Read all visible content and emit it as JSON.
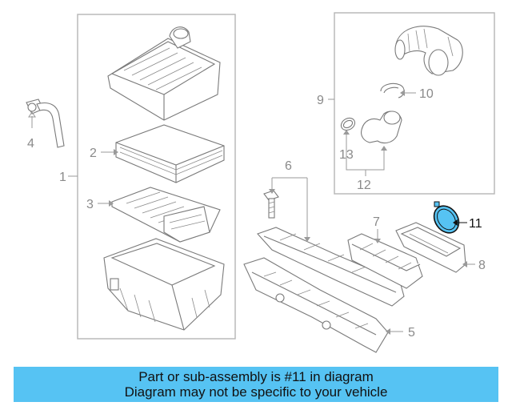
{
  "diagram": {
    "callouts": [
      "1",
      "2",
      "3",
      "4",
      "5",
      "6",
      "7",
      "8",
      "9",
      "10",
      "11",
      "12",
      "13"
    ],
    "highlight_color": "#56c3f3"
  },
  "banner": {
    "line1": "Part or sub-assembly is #11 in diagram",
    "line2": "Diagram may not be specific to your vehicle",
    "color": "#56c3f3"
  }
}
